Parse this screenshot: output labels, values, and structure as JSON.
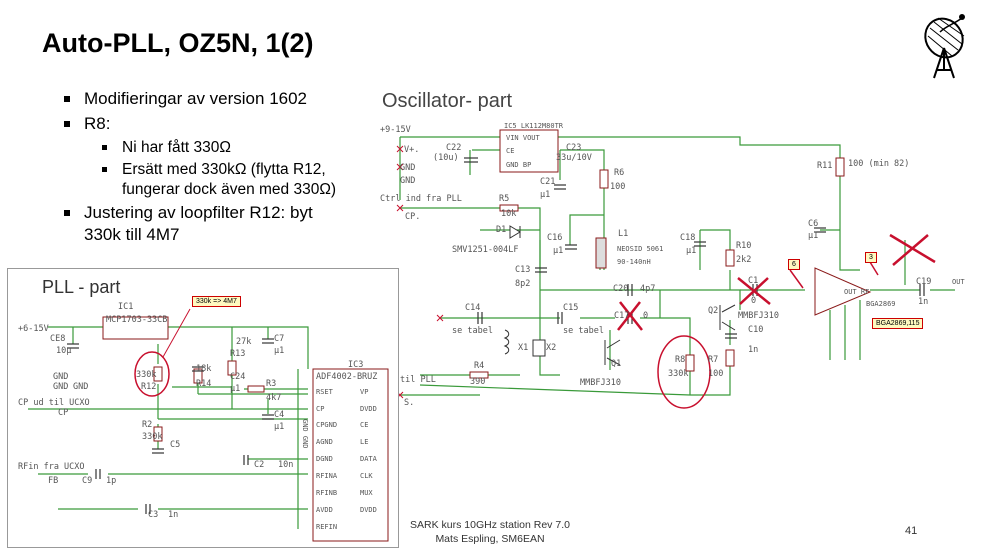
{
  "title": "Auto-PLL, OZ5N, 1(2)",
  "bullets": [
    {
      "text": "Modifieringar av version 1602",
      "sub": []
    },
    {
      "text": "R8:",
      "sub": [
        "Ni har fått 330Ω",
        "Ersätt med 330kΩ (flytta R12, fungerar dock även med 330Ω)"
      ]
    },
    {
      "text": "Justering av loopfilter R12: byt 330k till 4M7",
      "sub": []
    }
  ],
  "oscillator_title": "Oscillator- part",
  "pll_title": "PLL - part",
  "pll_tag": "330k => 4M7",
  "osc_tags": [
    "6",
    "3",
    "BGA2869,115"
  ],
  "footer": {
    "line1": "SARK kurs 10GHz station Rev 7.0",
    "line2": "Mats Espling, SM6EAN"
  },
  "page_number": "41",
  "osc_labels": {
    "supply": "+9-15V",
    "vplus": "V+.",
    "gnd1": "GND",
    "gnd2": "GND",
    "c22": "C22",
    "c22v": "(10u)",
    "ic5": "IC5 LK112M80TR",
    "ic5a": "VIN VOUT",
    "ic5b": "CE",
    "ic5c": "GND  BP",
    "c23": "C23",
    "c23v": "33u/10V",
    "c21": "C21",
    "c21v": "µ1",
    "r6": "R6",
    "r6v": "100",
    "r11": "R11",
    "r11v": "100 (min 82)",
    "ctrl": "Ctrl ind fra PLL",
    "cp": "CP.",
    "r5": "R5",
    "r5v": "10k",
    "d1": "D1",
    "smv": "SMV1251-004LF",
    "c16": "C16",
    "c16v": "µ1",
    "l1": "L1",
    "l1a": "NEOSID 5061",
    "l1b": "90-140nH",
    "c18": "C18",
    "c18v": "µ1",
    "r10": "R10",
    "r10v": "2k2",
    "c6": "C6",
    "c6v": "µ1",
    "c13": "C13",
    "c13v": "8p2",
    "c20": "C20",
    "c20v": "4p7",
    "c1": "C1",
    "c1v": "0",
    "c19": "C19",
    "c19v": "1n",
    "c14": "C14",
    "c14v": "se tabel",
    "c15": "C15",
    "c15v": "se tabel",
    "c17": "C17",
    "c17v": "0",
    "q2": "Q2",
    "q2v": "MMBFJ310",
    "c10": "C10",
    "c10v": "1n",
    "x1": "X1",
    "x2": "X2",
    "q1": "Q1",
    "q1v": "MMBFJ310",
    "r8": "R8",
    "r8v": "330k",
    "r7": "R7",
    "r7v": "100",
    "r4": "R4",
    "r4v": "390",
    "tilpll": "til PLL",
    "s": "S.",
    "out": "OUT",
    "amp": "OUT RF",
    "bga": "BGA2869"
  },
  "pll_labels": {
    "supply": "+6-15V",
    "ic1": "IC1",
    "ic1v": "MCP1703-33CB",
    "ce8": "CE8",
    "ce8v": "10µ",
    "gnd1": "GND",
    "gnd2": "GND",
    "gnd3": "GND",
    "r13": "R13",
    "r13v": "27k",
    "c7": "C7",
    "c7v": "µ1",
    "r12": "R12",
    "r12v": "330k",
    "r14": "R14",
    "r14v": "18k",
    "c24": "C24",
    "c24v": "µ1",
    "r3": "R3",
    "r3v": "4k7",
    "c4": "C4",
    "c4v": "µ1",
    "ic3": "IC3",
    "ic3v": "ADF4002-BRUZ",
    "cpud": "CP ud til UCXO",
    "cp": "CP",
    "r2": "R2",
    "r2v": "330k",
    "c5": "C5",
    "c2": "C2",
    "c2v": "10n",
    "rfin": "RFin fra UCXO",
    "fb": "FB",
    "c9": "C9",
    "c9v": "1p",
    "c3": "C3",
    "c3v": "1n",
    "pins_l": [
      "RSET",
      "CP",
      "CPGND",
      "AGND",
      "DGND",
      "RFINA",
      "RFINB",
      "AVDD",
      "REFIN"
    ],
    "pins_r": [
      "VP",
      "DVDD",
      "CE",
      "LE",
      "DATA",
      "CLK",
      "MUX",
      "DVDD"
    ],
    "gnd_v": "GND GND"
  }
}
